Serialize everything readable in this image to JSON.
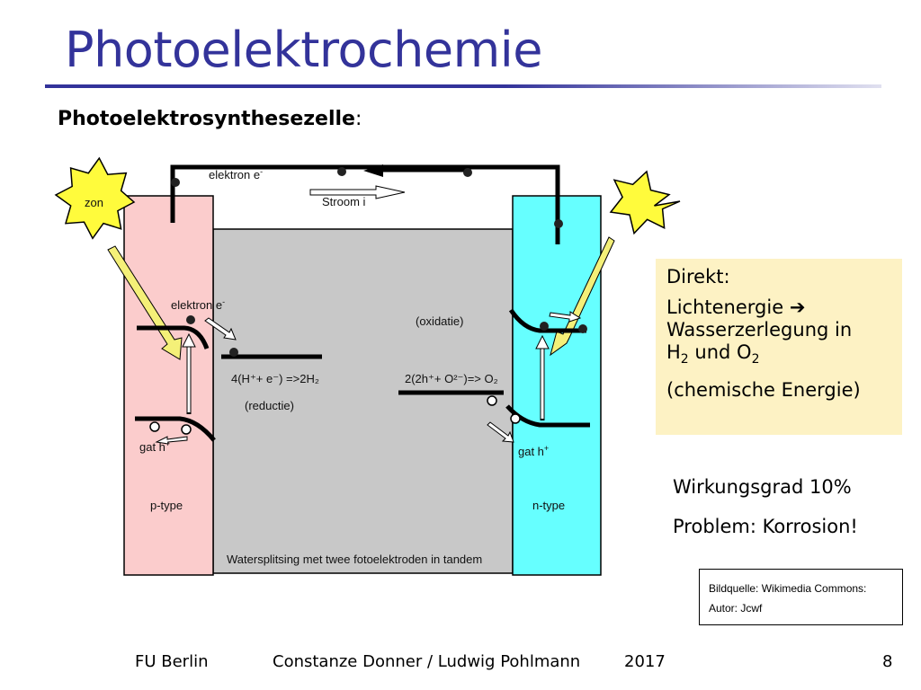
{
  "slide": {
    "title": "Photoelektrochemie",
    "subtitle_bold": "Photoelektrosynthesezelle",
    "subtitle_colon": ":"
  },
  "diagram": {
    "sun_left_label": "zon",
    "electron_top": "elektron e",
    "electron_top_sup": "-",
    "current_label": "Stroom i",
    "electron_left": "elektron e",
    "electron_left_sup": "-",
    "oxidation_label": "(oxidatie)",
    "reduction_equation": "4(H⁺+ e⁻) =>2H₂",
    "oxidation_equation": "2(2h⁺+ O²⁻)=> O₂",
    "reduction_label": "(reductie)",
    "hole_left": "gat h",
    "hole_left_sup": "+",
    "hole_right": "gat h",
    "hole_right_sup": "+",
    "p_type": "p-type",
    "n_type": "n-type",
    "caption": "Watersplitsing met twee fotoelektroden in tandem"
  },
  "direct_box": {
    "heading": "Direkt:",
    "line1": "Lichtenergie",
    "arrow": "➔",
    "line2": "Wasserzerlegung in",
    "h": "H",
    "h_sub": "2",
    "und": " und O",
    "o_sub": "2",
    "line4": "(chemische Energie)"
  },
  "summary": {
    "efficiency": "Wirkungsgrad 10%",
    "problem": "Problem: Korrosion!"
  },
  "source": {
    "line1": "Bildquelle: Wikimedia Commons:",
    "line2": "Autor: Jcwf"
  },
  "footer": {
    "institution": "FU Berlin",
    "authors": "Constanze Donner / Ludwig Pohlmann",
    "year": "2017",
    "page": "8"
  },
  "colors": {
    "title": "#33339a",
    "p_electrode": "#fbcccc",
    "n_electrode": "#66ffff",
    "electrolyte": "#c8c8c8",
    "sun": "#fffb3c",
    "direct_box": "#fdf2c4"
  }
}
